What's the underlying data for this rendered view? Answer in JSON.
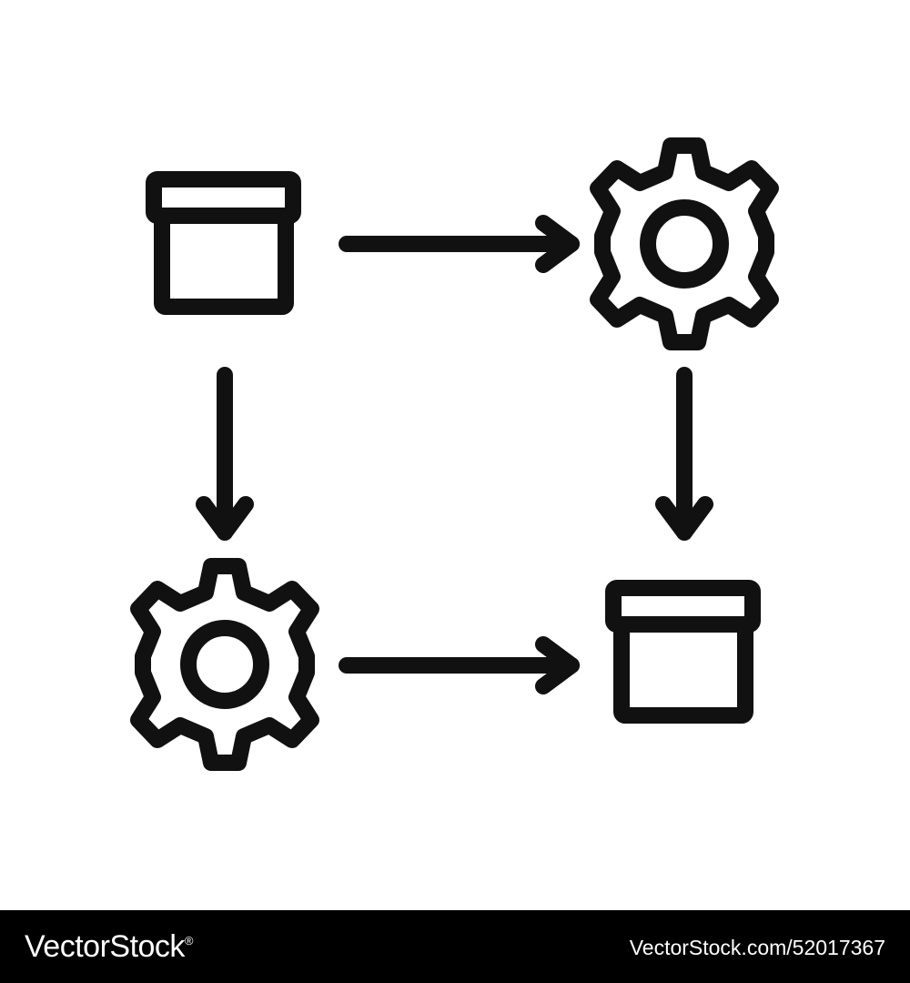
{
  "diagram": {
    "nodes": [
      {
        "id": "box-top-left",
        "icon": "box-icon"
      },
      {
        "id": "gear-top-right",
        "icon": "gear-icon"
      },
      {
        "id": "gear-bottom-left",
        "icon": "gear-icon"
      },
      {
        "id": "box-bottom-right",
        "icon": "box-icon"
      }
    ],
    "edges": [
      {
        "from": "box-top-left",
        "to": "gear-top-right"
      },
      {
        "from": "box-top-left",
        "to": "gear-bottom-left"
      },
      {
        "from": "gear-top-right",
        "to": "box-bottom-right"
      },
      {
        "from": "gear-bottom-left",
        "to": "box-bottom-right"
      }
    ],
    "stroke_color": "#111111",
    "background_color": "#ffffff"
  },
  "footer": {
    "brand": "VectorStock",
    "brand_mark": "®",
    "image_id": "VectorStock.com/52017367",
    "background_color": "#000000",
    "text_color": "#ffffff"
  }
}
